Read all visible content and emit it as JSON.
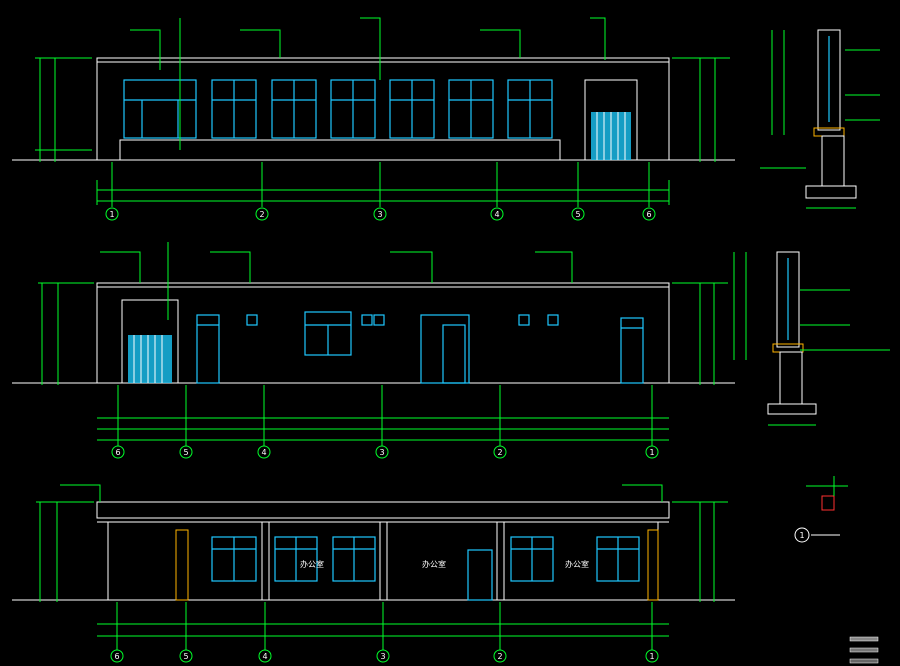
{
  "labels": {
    "room_a": "办公室",
    "room_b": "办公室",
    "room_c": "办公室"
  },
  "elevation_1": {
    "axes": [
      "1",
      "2",
      "3",
      "4",
      "5",
      "6"
    ]
  },
  "elevation_2": {
    "axes": [
      "6",
      "5",
      "4",
      "3",
      "2",
      "1"
    ]
  },
  "section_1": {
    "axes": [
      "6",
      "5",
      "4",
      "3",
      "2",
      "1"
    ]
  },
  "detail_ref": {
    "bubble": "1"
  },
  "colors": {
    "background": "#000000",
    "dimension": "#00ff2a",
    "outline": "#ffffff",
    "glazing": "#1ec8ff",
    "footing": "#ffb400",
    "marker": "#ff3030"
  }
}
